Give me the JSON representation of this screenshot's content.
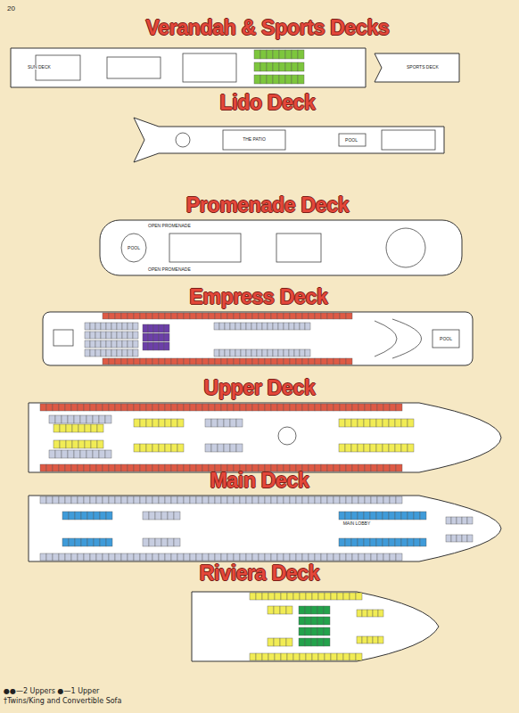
{
  "diagram": {
    "labels": [
      "20",
      "Verandah & Sports Decks",
      "Lido Deck",
      "Promenade Deck",
      "Empress Deck",
      "Upper Deck",
      "Main Deck",
      "Riviera Deck",
      "SUN DECK",
      "SPORTS DECK",
      "POOL",
      "THE PATIO",
      "OPEN PROMENADE",
      "OPEN PROMENADE",
      "POOL",
      "POOL",
      "MAIN LOBBY"
    ],
    "legend": [
      {
        "text": "●●—2 Uppers ●—1 Upper"
      },
      {
        "text": "†Twins/King and Convertible Sofa"
      }
    ]
  }
}
